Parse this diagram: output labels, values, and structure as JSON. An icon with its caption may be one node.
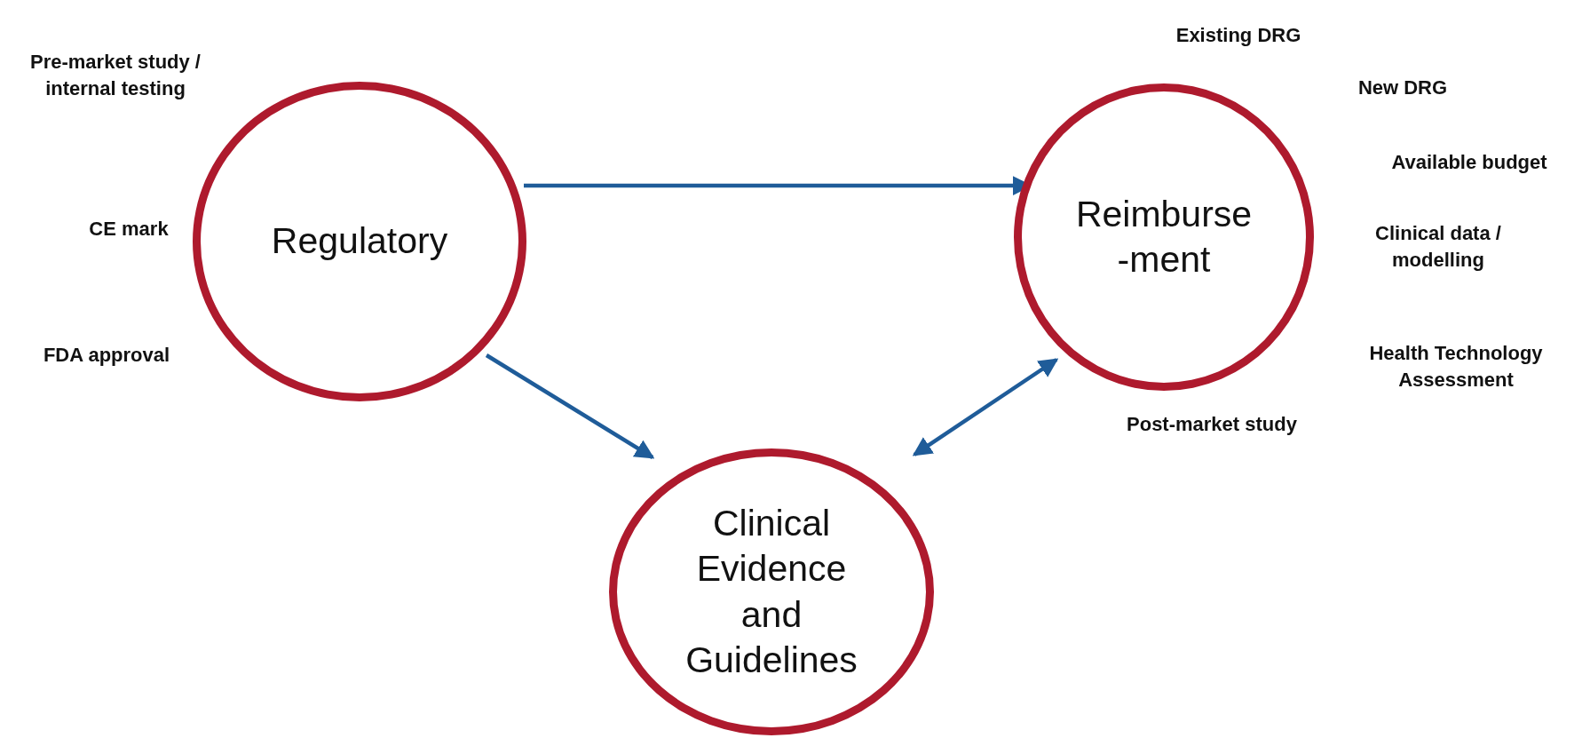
{
  "diagram": {
    "nodes": [
      {
        "text": [
          "Regulatory"
        ],
        "beside": [
          "Pre-market study / internal testing",
          "CE mark",
          "FDA approval"
        ]
      },
      {
        "text": [
          "Reimburse -ment"
        ],
        "beside": [
          "Existing DRG",
          "New DRG",
          "Available budget",
          "Clinical data / modelling",
          "Health Technology Assessment",
          "Post-market study"
        ]
      },
      {
        "text": [
          "Clinical Evidence and Guidelines"
        ]
      }
    ],
    "edges": [
      {
        "from": 0,
        "to": 1,
        "arrow": "to"
      },
      {
        "from": 0,
        "to": 2,
        "arrow": "to"
      },
      {
        "from": 2,
        "to": 1,
        "arrow": "both"
      }
    ]
  }
}
